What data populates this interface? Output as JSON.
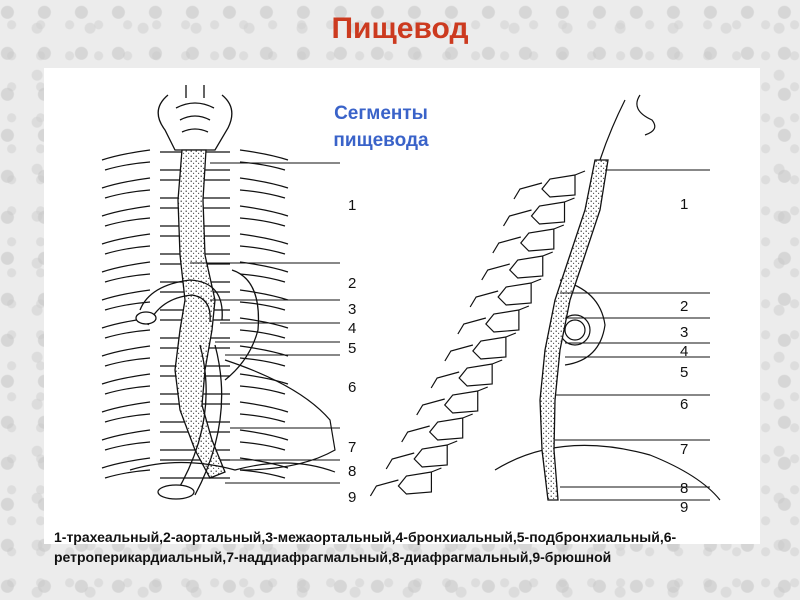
{
  "title": "Пищевод",
  "subtitle_line1": "Сегменты",
  "subtitle_line2": "пищевода",
  "left_labels": [
    "1",
    "2",
    "3",
    "4",
    "5",
    "6",
    "7",
    "8",
    "9"
  ],
  "right_labels": [
    "1",
    "2",
    "3",
    "4",
    "5",
    "6",
    "7",
    "8",
    "9"
  ],
  "caption": "1-трахеальный,2-аортальный,3-межаортальный,4-бронхиальный,5-подбронхиальный,6-ретроперикардиальный,7-наддиафрагмальный,8-диафрагмальный,9-брюшной",
  "colors": {
    "title": "#cc3a1f",
    "subtitle": "#3a63c9"
  }
}
